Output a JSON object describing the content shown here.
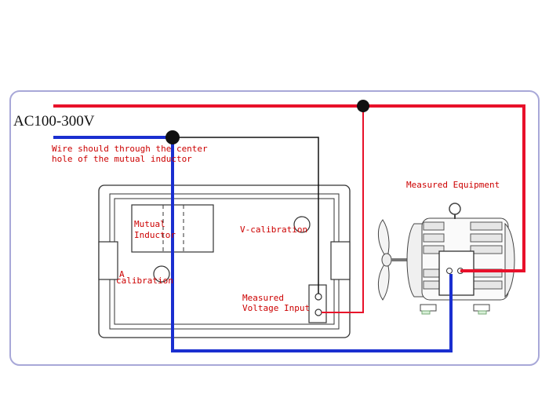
{
  "supply": {
    "label": "AC100-300V"
  },
  "notes": {
    "wire_line1": "Wire should through the center",
    "wire_line2": "hole of the mutual inductor"
  },
  "meter": {
    "inductor_line1": "Mutual",
    "inductor_line2": "Inductor",
    "v_calibration": "V-calibration",
    "a_calibration_line1": "A",
    "a_calibration_line2": "calibration",
    "voltage_input_line1": "Measured",
    "voltage_input_line2": "Voltage Input"
  },
  "equipment": {
    "label": "Measured Equipment"
  },
  "colors": {
    "live_wire": "#e8102a",
    "neutral_wire": "#1a2fd0",
    "sense_wire": "#111111",
    "frame": "#9a9ad0",
    "label_red": "#cc0000"
  }
}
